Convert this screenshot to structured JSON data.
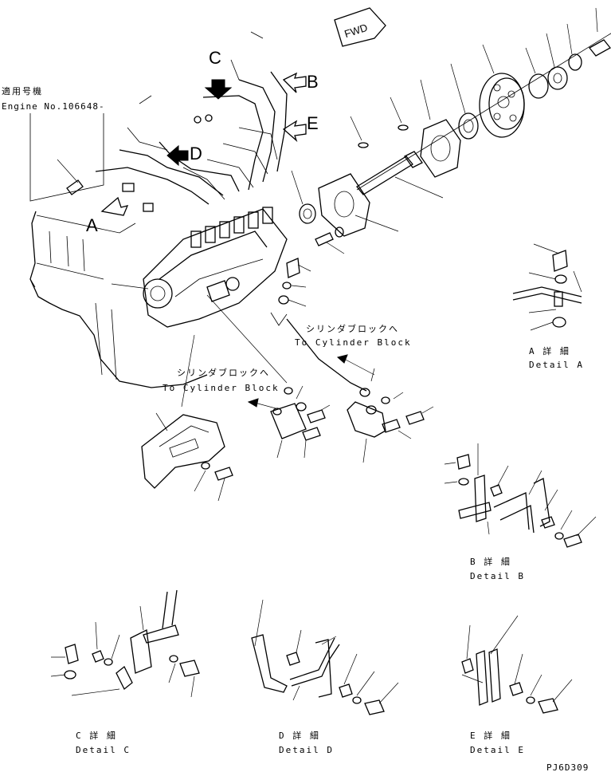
{
  "applicability": {
    "title": "適用号機",
    "engine_no": "Engine No.106648-"
  },
  "forward_label": "FWD",
  "callouts": {
    "a": "A",
    "b": "B",
    "c": "C",
    "d": "D",
    "e": "E"
  },
  "notes": {
    "cyl_block_1_jp": "シリンダブロックへ",
    "cyl_block_1_en": "To Cylinder Block",
    "cyl_block_2_jp": "シリンダブロックへ",
    "cyl_block_2_en": "To Cylinder Block"
  },
  "details": {
    "a": {
      "jp": "A 詳 細",
      "en": "Detail A"
    },
    "b": {
      "jp": "B 詳 細",
      "en": "Detail B"
    },
    "c": {
      "jp": "C 詳 細",
      "en": "Detail C"
    },
    "d": {
      "jp": "D 詳 細",
      "en": "Detail D"
    },
    "e": {
      "jp": "E 詳 細",
      "en": "Detail E"
    }
  },
  "drawing_code": "PJ6D309"
}
